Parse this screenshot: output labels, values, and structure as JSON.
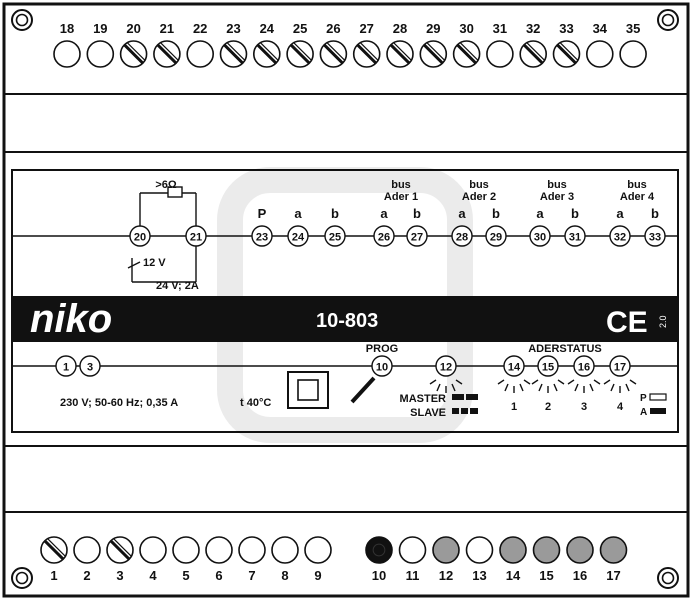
{
  "top_terminals": {
    "numbers": [
      "18",
      "19",
      "20",
      "21",
      "22",
      "23",
      "24",
      "25",
      "26",
      "27",
      "28",
      "29",
      "30",
      "31",
      "32",
      "33",
      "34",
      "35"
    ],
    "styles": [
      "open",
      "open",
      "slash",
      "slash",
      "open",
      "slash",
      "slash",
      "slash",
      "slash",
      "slash",
      "slash",
      "slash",
      "slash",
      "open",
      "slash",
      "slash",
      "open",
      "open"
    ]
  },
  "bottom_terminals": {
    "left_numbers": [
      "1",
      "2",
      "3",
      "4",
      "5",
      "6",
      "7",
      "8",
      "9"
    ],
    "left_styles": [
      "slash",
      "open",
      "slash",
      "open",
      "open",
      "open",
      "open",
      "open",
      "open"
    ],
    "right_numbers": [
      "10",
      "11",
      "12",
      "13",
      "14",
      "15",
      "16",
      "17"
    ],
    "right_styles": [
      "black",
      "open",
      "grey",
      "open",
      "grey",
      "grey",
      "grey",
      "grey"
    ]
  },
  "upper": {
    "relay_rating": ">6Ω",
    "coil_label": "12 V",
    "contact_rating": "24 V; 2A",
    "relay_terminals": [
      "20",
      "21"
    ],
    "bus_terminals": [
      "23",
      "24",
      "25",
      "26",
      "27",
      "28",
      "29",
      "30",
      "31",
      "32",
      "33"
    ],
    "bus_letters": [
      "P",
      "a",
      "b",
      "a",
      "b",
      "a",
      "b",
      "a",
      "b",
      "a",
      "b"
    ],
    "bus_groups": [
      {
        "top": "bus",
        "bottom": "Ader 1"
      },
      {
        "top": "bus",
        "bottom": "Ader 2"
      },
      {
        "top": "bus",
        "bottom": "Ader 3"
      },
      {
        "top": "bus",
        "bottom": "Ader 4"
      }
    ]
  },
  "band": {
    "brand": "niko",
    "model": "10-803",
    "ce_mark": "CE",
    "ce_version": "2.0"
  },
  "lower": {
    "power_terminals": [
      "1",
      "3"
    ],
    "power_spec": "230 V; 50-60 Hz; 0,35 A",
    "temperature": "t 40°C",
    "prog_label": "PROG",
    "prog_terminal": "10",
    "master_terminal": "12",
    "master_label": "MASTER",
    "slave_label": "SLAVE",
    "aderstatus_label": "ADERSTATUS",
    "aderstatus_terminals": [
      "14",
      "15",
      "16",
      "17"
    ],
    "aderstatus_numbers": [
      "1",
      "2",
      "3",
      "4"
    ],
    "p_label": "P",
    "a_label": "A"
  }
}
